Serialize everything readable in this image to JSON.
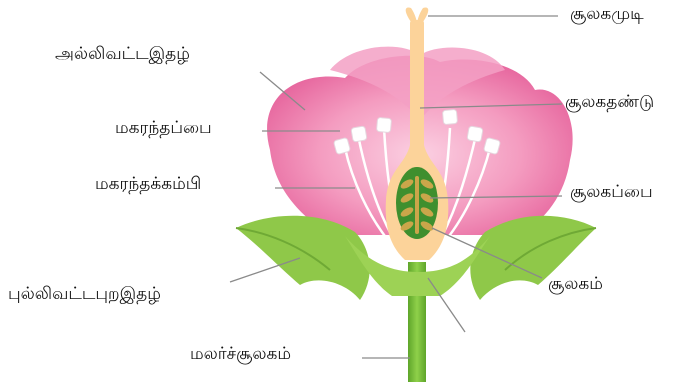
{
  "labels": {
    "petal": "அல்லிவட்டஇதழ்",
    "anther": "மகரந்தப்பை",
    "filament": "மகரந்தக்கம்பி",
    "sepal": "புல்லிவட்டபுறஇதழ்",
    "receptacle": "மலர்ச்சூலகம்",
    "stigma": "சூலகமுடி",
    "style": "சூலகதண்டு",
    "ovary": "சூலகப்பை",
    "ovule": "சூலகம்"
  },
  "colors": {
    "petal_light": "#f7a9c9",
    "petal_dark": "#e6649a",
    "sepal": "#8cc63f",
    "sepal_dark": "#5e9a2a",
    "stem": "#7bbd3a",
    "pistil": "#fcd39a",
    "ovary_inner": "#3f8f2e",
    "ovule": "#c9a94a",
    "line": "#888888"
  }
}
